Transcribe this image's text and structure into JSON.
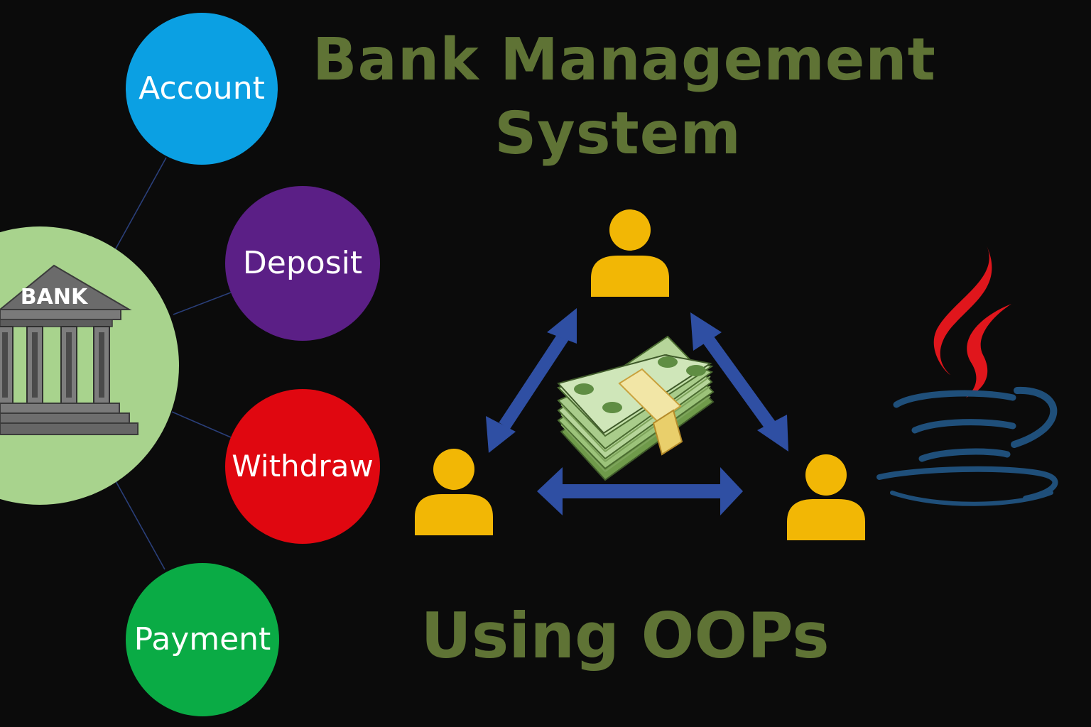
{
  "title": {
    "line1": "Bank Management",
    "line2": "System"
  },
  "subtitle": "Using OOPs",
  "hub": {
    "sign": "BANK",
    "icon": "bank-building-icon",
    "color": "#a8d38d"
  },
  "nodes": [
    {
      "id": "account",
      "label": "Account",
      "color": "#0ba0e3"
    },
    {
      "id": "deposit",
      "label": "Deposit",
      "color": "#5b1f86"
    },
    {
      "id": "withdraw",
      "label": "Withdraw",
      "color": "#e00710"
    },
    {
      "id": "payment",
      "label": "Payment",
      "color": "#0aab45"
    }
  ],
  "transfer_diagram": {
    "people_icon": "person-icon",
    "people_color": "#f2b705",
    "arrow_color": "#2f4fa3",
    "center_icon": "money-stack-icon"
  },
  "logo": {
    "icon": "java-logo-icon",
    "steam_color": "#e0161c",
    "cup_color": "#1f4f7a"
  },
  "colors": {
    "background": "#0b0b0b",
    "title": "#5f7335"
  }
}
